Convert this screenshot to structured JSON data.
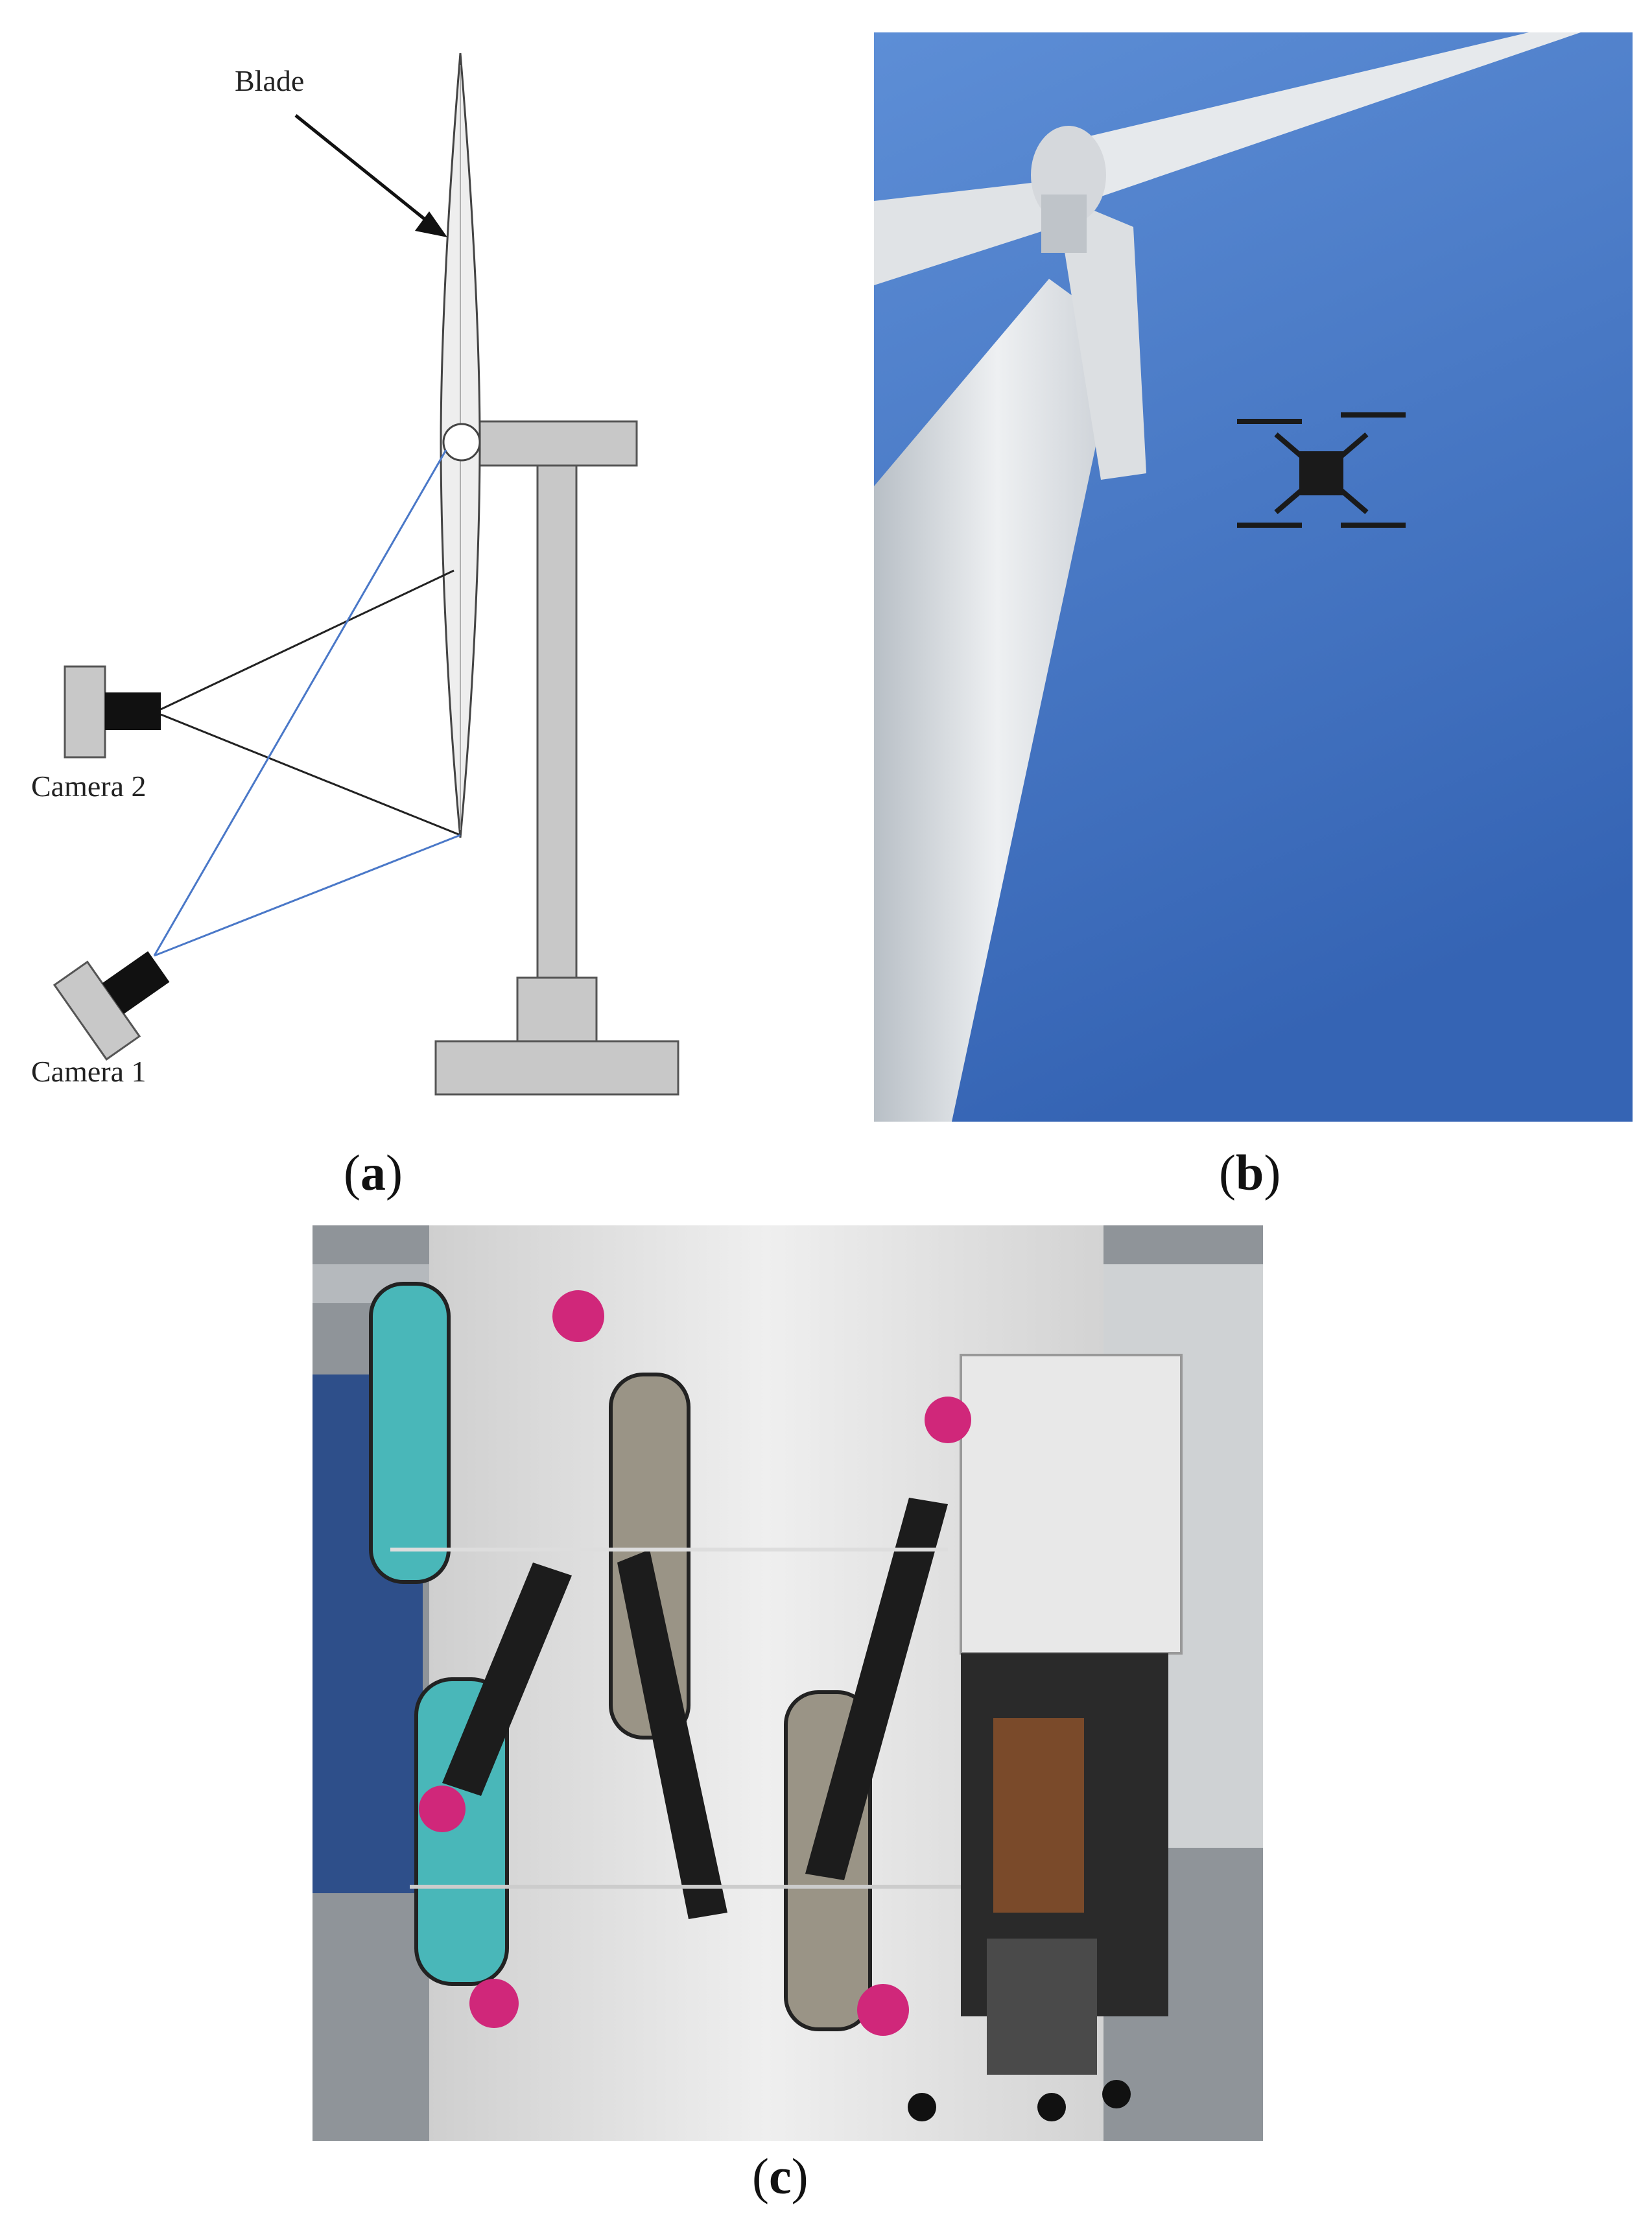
{
  "panel_a": {
    "blade_label": "Blade",
    "camera2_label": "Camera 2",
    "camera1_label": "Camera 1"
  },
  "captions": {
    "a": "a",
    "b": "b",
    "c": "c"
  },
  "colors": {
    "sky": "#3f74c4",
    "turbine_gray": "#c8c8c8",
    "ray_blue": "#4a78c8",
    "ray_black": "#222222",
    "magenta": "#d0277a",
    "teal": "#2fa6a8"
  }
}
